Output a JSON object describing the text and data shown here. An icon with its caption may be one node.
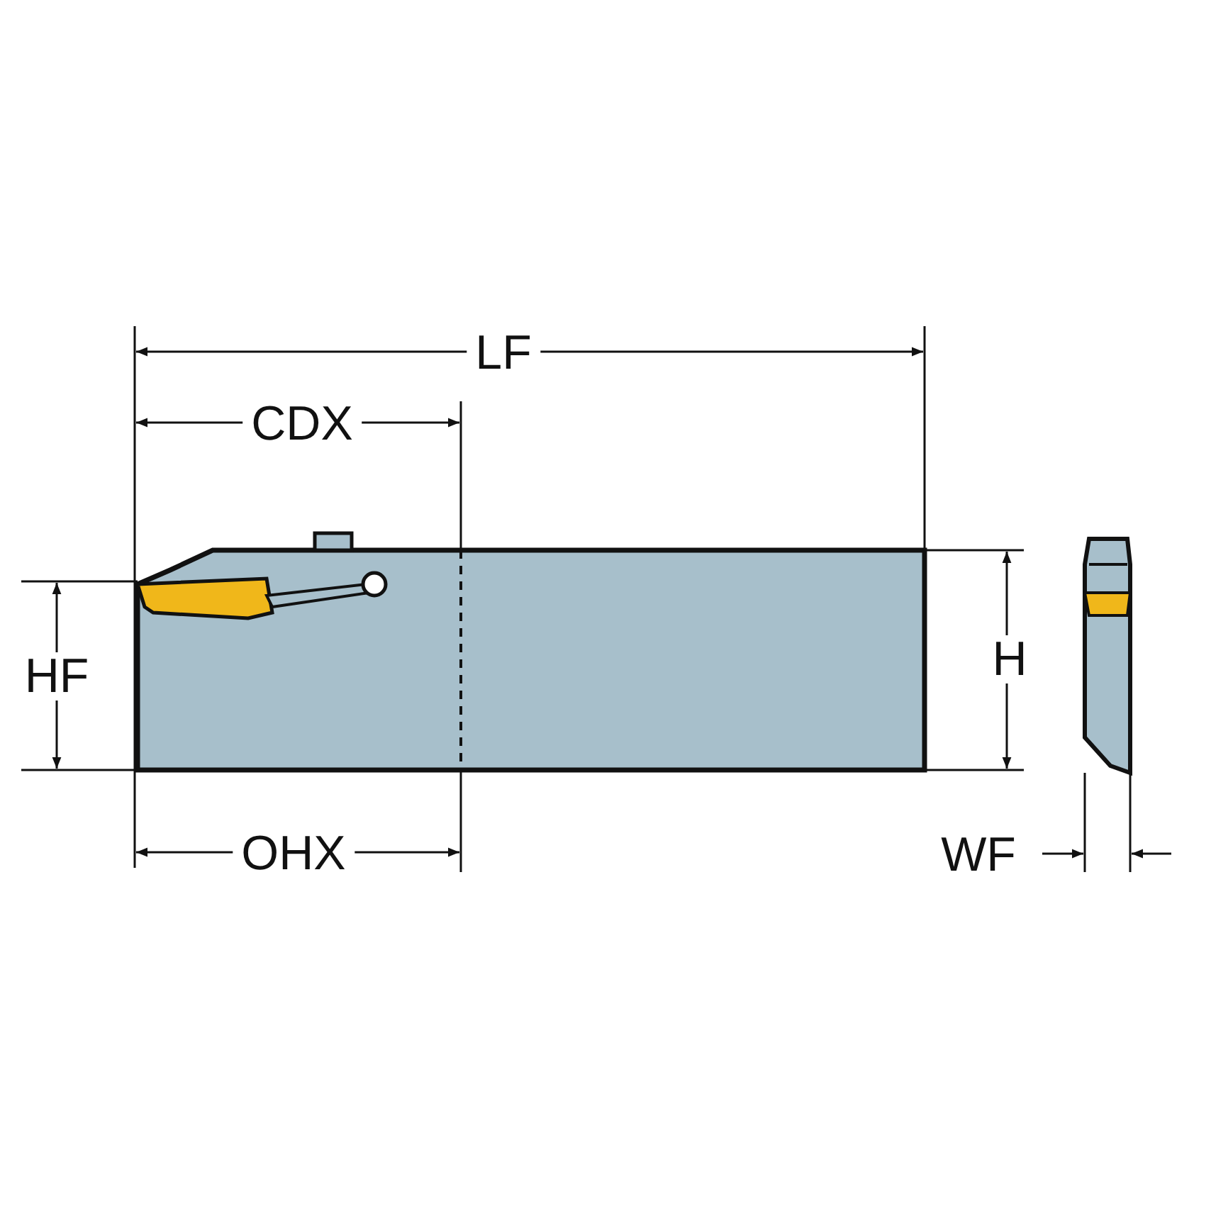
{
  "diagram": {
    "labels": [
      "LF",
      "CDX",
      "HF",
      "H",
      "OHX",
      "WF"
    ]
  }
}
